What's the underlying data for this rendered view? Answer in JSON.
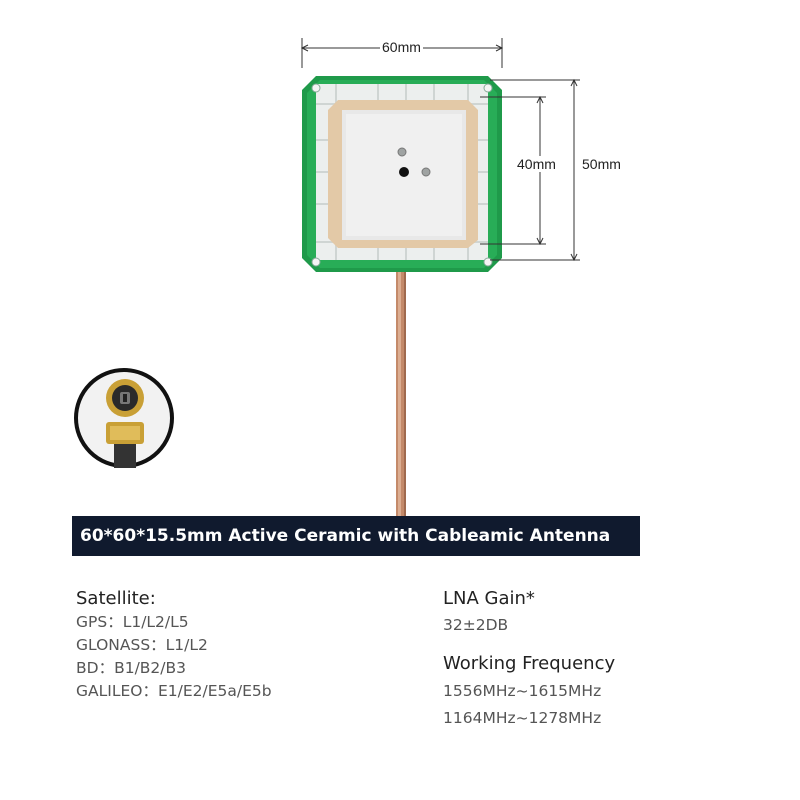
{
  "dimensions": {
    "width_label": "60mm",
    "inner_label": "40mm",
    "outer_label": "50mm"
  },
  "banner": {
    "title": "60*60*15.5mm Active Ceramic with Cableamic Antenna"
  },
  "specs": {
    "satellite": {
      "title": "Satellite:",
      "lines": [
        "GPS：L1/L2/L5",
        "GLONASS：L1/L2",
        "BD：B1/B2/B3",
        "GALILEO：E1/E2/E5a/E5b"
      ]
    },
    "lna": {
      "title": "LNA Gain*",
      "value": "32±2DB"
    },
    "frequency": {
      "title": "Working Frequency",
      "lines": [
        "1556MHz~1615MHz",
        "1164MHz~1278MHz"
      ]
    }
  },
  "colors": {
    "pcb_green": "#1f9a4a",
    "banner_bg": "#101a2e",
    "cable": "#c48a6a",
    "connector_gold": "#c9a036"
  }
}
